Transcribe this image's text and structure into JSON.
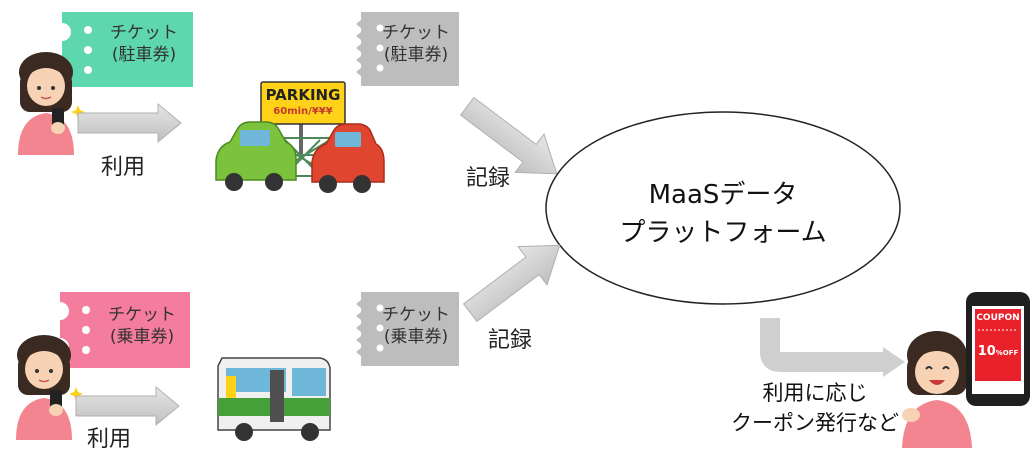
{
  "colors": {
    "parking_ticket": "#5ed6ae",
    "bus_ticket": "#f47c9d",
    "gray_ticket": "#bdbdbd",
    "arrow_gray": "#c8c8c8",
    "coupon_red": "#e8212b"
  },
  "ticket_parking_user": {
    "line1": "チケット",
    "line2": "(駐車券)"
  },
  "ticket_parking_lot": {
    "line1": "チケット",
    "line2": "(駐車券)"
  },
  "ticket_bus_user": {
    "line1": "チケット",
    "line2": "(乗車券)"
  },
  "ticket_bus_vehicle": {
    "line1": "チケット",
    "line2": "(乗車券)"
  },
  "parking_sign": {
    "title": "PARKING",
    "sub": "60min/¥¥¥"
  },
  "use_label_top": "利用",
  "use_label_bottom": "利用",
  "record_label_top": "記録",
  "record_label_bottom": "記録",
  "platform": {
    "line1": "MaaSデータ",
    "line2": "プラットフォーム"
  },
  "coupon_caption": {
    "line1": "利用に応じ",
    "line2": "クーポン発行など"
  },
  "coupon_badge": {
    "word": "COUPON",
    "pct": "10",
    "unit": "%",
    "off": "OFF"
  },
  "icons": [
    "smartphone-user-icon",
    "parking-lot-icon",
    "car-icon",
    "bus-icon",
    "coupon-phone-icon",
    "happy-user-icon"
  ]
}
